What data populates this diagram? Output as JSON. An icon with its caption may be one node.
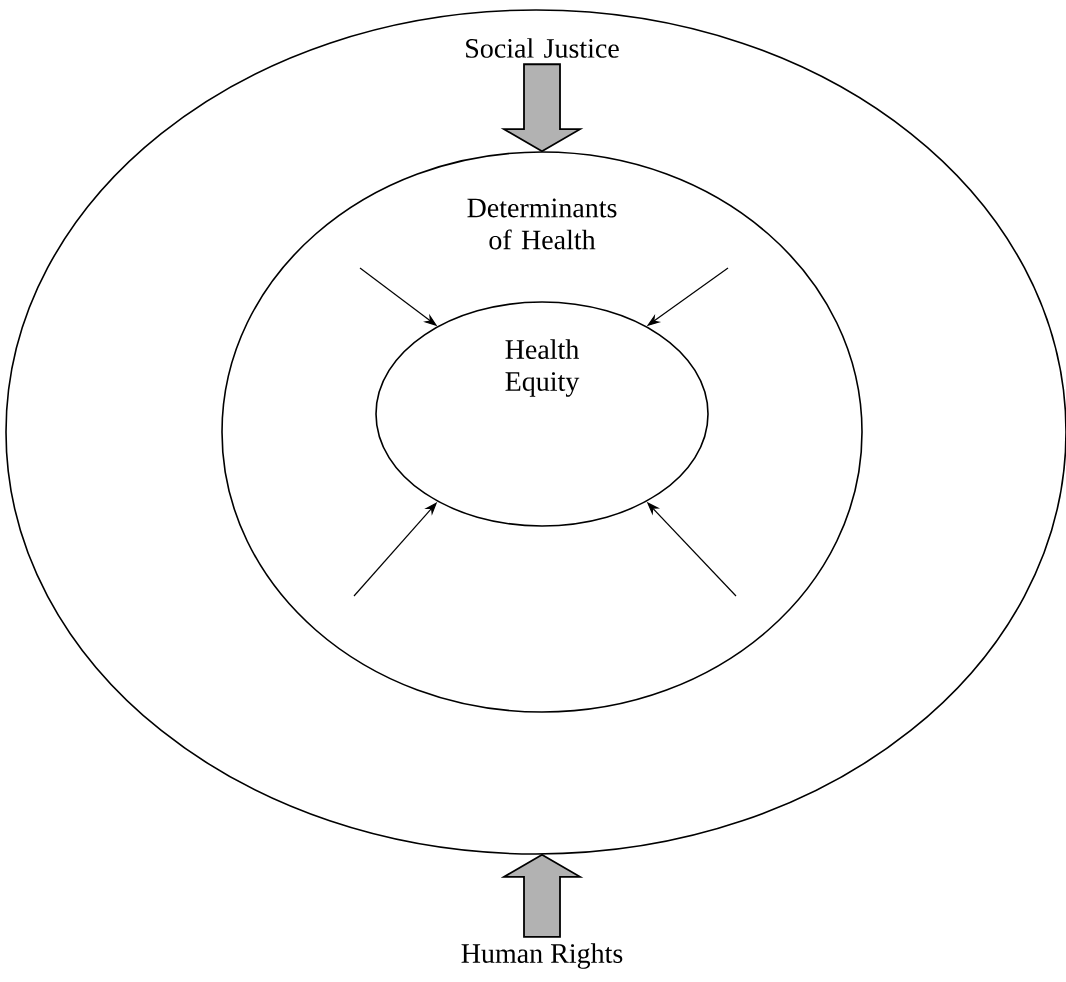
{
  "diagram": {
    "nodes": [
      {
        "text": [
          "Social Justice"
        ]
      },
      {
        "text": [
          "Determinants of Health"
        ],
        "in": 0
      },
      {
        "text": [
          "Health Equity"
        ],
        "in": 1
      },
      {
        "text": [
          "Human Rights"
        ]
      }
    ],
    "edges": [
      {
        "from": 0,
        "to": 1,
        "arrow": "to",
        "style": "thick",
        "color": "#b2b2b2"
      },
      {
        "from": 3,
        "to": 0,
        "arrow": "to",
        "style": "thick",
        "color": "#b2b2b2"
      },
      {
        "from": null,
        "to": 2,
        "arrow": "to"
      },
      {
        "from": null,
        "to": 2,
        "arrow": "to"
      },
      {
        "from": null,
        "to": 2,
        "arrow": "to"
      },
      {
        "from": null,
        "to": 2,
        "arrow": "to"
      }
    ]
  }
}
